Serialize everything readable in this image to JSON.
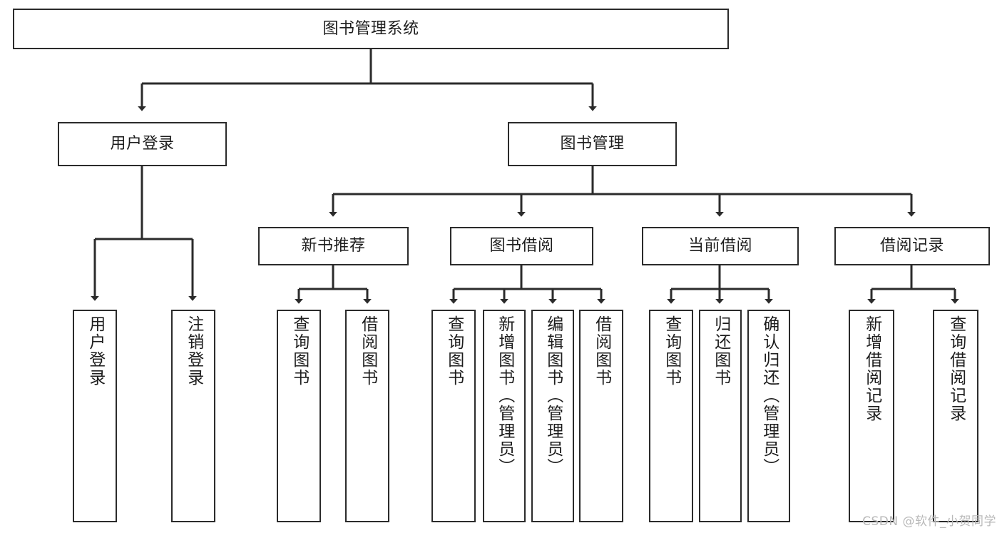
{
  "diagram": {
    "title": "图书管理系统",
    "watermark": "CSDN @软件_小贺同学",
    "stroke_color": "#2b2b2b",
    "text_color": "#1d1d1d",
    "background_color": "#ffffff",
    "nodes": {
      "root": "图书管理系统",
      "level2": {
        "user_login": "用户登录",
        "book_manage": "图书管理"
      },
      "level3": {
        "new_book_rec": "新书推荐",
        "book_borrow": "图书借阅",
        "current_borrow": "当前借阅",
        "borrow_record": "借阅记录"
      },
      "leaves": {
        "user_login_1": "用户登录",
        "user_login_2": "注销登录",
        "new_book_rec_1": "查询图书",
        "new_book_rec_2": "借阅图书",
        "book_borrow_1": "查询图书",
        "book_borrow_2": "新增图书（管理员）",
        "book_borrow_3": "编辑图书（管理员）",
        "book_borrow_4": "借阅图书",
        "current_borrow_1": "查询图书",
        "current_borrow_2": "归还图书",
        "current_borrow_3": "确认归还（管理员）",
        "borrow_record_1": "新增借阅记录",
        "borrow_record_2": "查询借阅记录"
      }
    }
  },
  "chart_data": {
    "type": "tree-diagram",
    "title": "图书管理系统",
    "orientation": "top-down",
    "tree": {
      "label": "图书管理系统",
      "children": [
        {
          "label": "用户登录",
          "children": [
            {
              "label": "用户登录",
              "children": []
            },
            {
              "label": "注销登录",
              "children": []
            }
          ]
        },
        {
          "label": "图书管理",
          "children": [
            {
              "label": "新书推荐",
              "children": [
                {
                  "label": "查询图书",
                  "children": []
                },
                {
                  "label": "借阅图书",
                  "children": []
                }
              ]
            },
            {
              "label": "图书借阅",
              "children": [
                {
                  "label": "查询图书",
                  "children": []
                },
                {
                  "label": "新增图书（管理员）",
                  "children": []
                },
                {
                  "label": "编辑图书（管理员）",
                  "children": []
                },
                {
                  "label": "借阅图书",
                  "children": []
                }
              ]
            },
            {
              "label": "当前借阅",
              "children": [
                {
                  "label": "查询图书",
                  "children": []
                },
                {
                  "label": "归还图书",
                  "children": []
                },
                {
                  "label": "确认归还（管理员）",
                  "children": []
                }
              ]
            },
            {
              "label": "借阅记录",
              "children": [
                {
                  "label": "新增借阅记录",
                  "children": []
                },
                {
                  "label": "查询借阅记录",
                  "children": []
                }
              ]
            }
          ]
        }
      ]
    }
  }
}
